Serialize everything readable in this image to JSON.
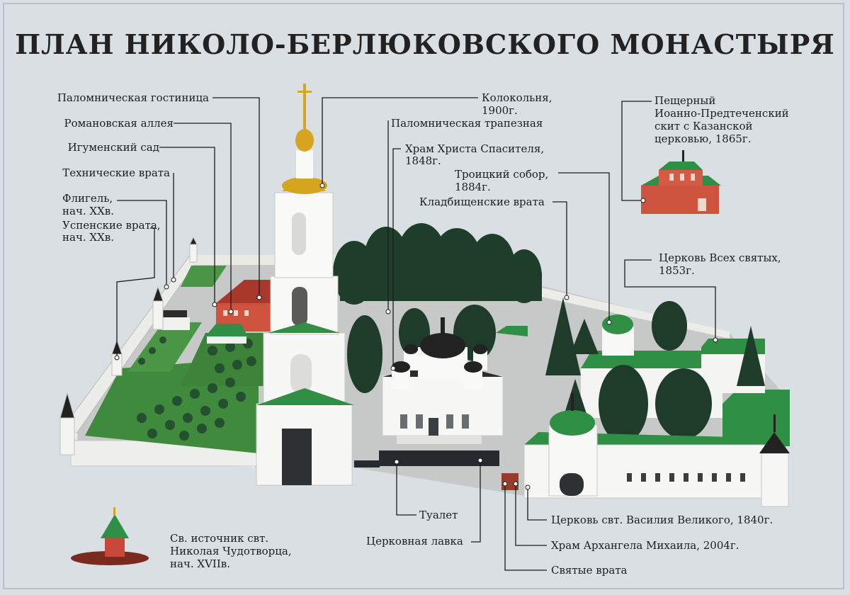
{
  "title": "ПЛАН НИКОЛО-БЕРЛЮКОВСКОГО МОНАСТЫРЯ",
  "labels": {
    "pilgrim_hotel": "Паломническая гостиница",
    "romanov_alley": "Романовская аллея",
    "hegumen_garden": "Игуменский сад",
    "tech_gate": "Технические врата",
    "wing_1": "Флигель,",
    "wing_2": "нач. XXв.",
    "assumption_gate_1": "Успенские врата,",
    "assumption_gate_2": "нач. XXв.",
    "bell_tower_1": "Колокольня,",
    "bell_tower_2": "1900г.",
    "refectory": "Паломническая трапезная",
    "christ_church_1": "Храм Христа Спасителя,",
    "christ_church_2": "1848г.",
    "trinity_1": "Троицкий собор,",
    "trinity_2": "1884г.",
    "cemetery_gate": "Кладбищенские врата",
    "skete_1": "Пещерный",
    "skete_2": "Иоанно-Предтеченский",
    "skete_3": "скит с Казанской",
    "skete_4": "церковью, 1865г.",
    "all_saints_1": "Церковь Всех святых,",
    "all_saints_2": "1853г.",
    "toilet": "Туалет",
    "shop": "Церковная лавка",
    "basil_church": "Церковь свт. Василия Великого, 1840г.",
    "michael_church": "Храм Архангела Михаила, 2004г.",
    "holy_gate": "Святые врата",
    "spring_1": "Св. источник свт.",
    "spring_2": "Николая Чудотворца,",
    "spring_3": "нач. XVIIв."
  },
  "colors": {
    "board": "#d9dfe3",
    "roof_green": "#2f8f45",
    "wall_white": "#f4f4f2",
    "brick": "#c9483a",
    "gold": "#d6a51f",
    "tree_dark": "#1f3b29",
    "grass": "#3c7f3a",
    "pavement": "#c4c7c6"
  }
}
